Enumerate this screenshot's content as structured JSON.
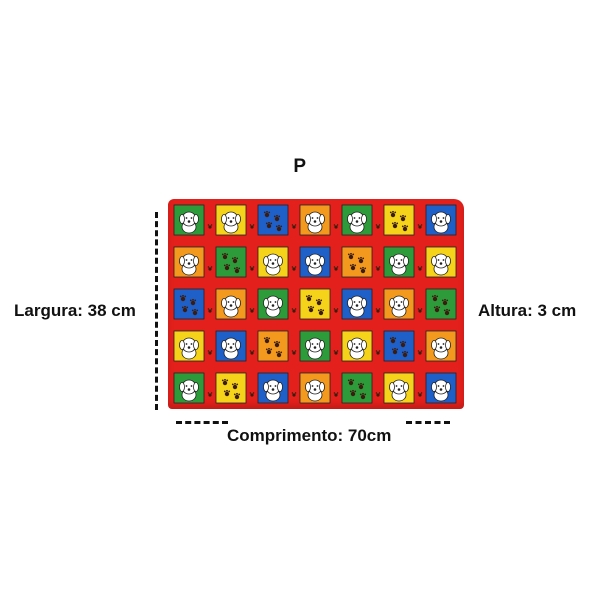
{
  "product": {
    "size_label": "P",
    "width_label": "Largura: 38 cm",
    "height_label": "Altura: 3 cm",
    "length_label": "Comprimento: 70cm"
  },
  "mat_pattern": {
    "background_color": "#e3201b",
    "tile_colors": [
      "#2e9b3a",
      "#f5d31a",
      "#1f5fc8",
      "#f39a1e"
    ],
    "motif": "cartoon-dog-and-paw-print",
    "rows": 5,
    "cols": 7
  }
}
